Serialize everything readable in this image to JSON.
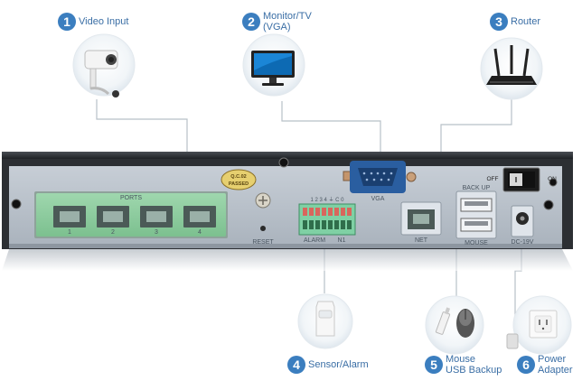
{
  "callouts": {
    "video": {
      "num": "1",
      "line1": "Video Input"
    },
    "monitor": {
      "num": "2",
      "line1": "Monitor/TV",
      "line2": "(VGA)"
    },
    "router": {
      "num": "3",
      "line1": "Router"
    },
    "sensor": {
      "num": "4",
      "line1": "Sensor/Alarm"
    },
    "mouse": {
      "num": "5",
      "line1": "Mouse",
      "line2": "USB Backup"
    },
    "power": {
      "num": "6",
      "line1": "Power",
      "line2": "Adapter"
    }
  },
  "panel": {
    "ports_label": "PORTS",
    "port_numbers": [
      "1",
      "2",
      "3",
      "4"
    ],
    "qc_line1": "Q.C.02",
    "qc_line2": "PASSED",
    "reset": "RESET",
    "vga": "VGA",
    "alarm_terminals": "1 2 3 4 ⏚ C 0",
    "alarm": "ALARM",
    "n1": "N1",
    "net": "NET",
    "backup": "BACK UP",
    "mouse": "MOUSE",
    "dc": "DC-19V",
    "off": "OFF",
    "on": "ON"
  },
  "colors": {
    "accent": "#3b7ebf",
    "panel": "#b9c1ca",
    "chassis": "#2c2f33",
    "port_green": "#8fd0a0"
  }
}
